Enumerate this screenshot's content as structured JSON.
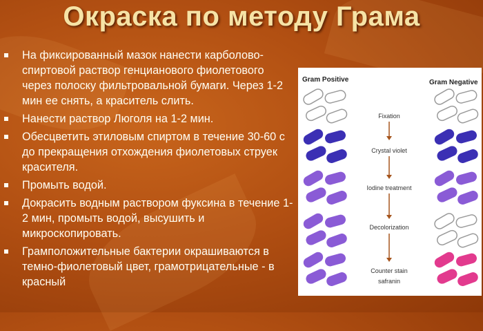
{
  "title": "Окраска по методу Грама",
  "bullets": [
    "На фиксированный мазок нанести карболово-спиртовой раствор генцианового фиолетового через полоску фильтровальной бумаги. Через 1-2 мин ее снять, а краситель слить.",
    "Нанести раствор Люголя на 1-2 мин.",
    "Обесцветить этиловым спиртом в течение 30-60 с до прекращения отхождения фиолетовых струек красителя.",
    "Промыть водой.",
    "Докрасить водным раствором фуксина в течение 1-2 мин, промыть водой, высушить и микроскопировать.",
    "Грамположительные бактерии окрашиваются в темно-фиолетовый цвет, грамотрицательные - в красный"
  ],
  "diagram": {
    "left_header": "Gram Positive",
    "right_header": "Gram Negative",
    "steps": [
      "Fixation",
      "Crystal violet",
      "Iodine treatment",
      "Decolorization",
      "Counter stain"
    ],
    "last_step_sub": "safranin",
    "colors": {
      "empty_fill": "#ffffff",
      "empty_stroke": "#9a9a9a",
      "crystal_violet": "#3b2fb4",
      "iodine_purple": "#8a5bd6",
      "negative_pink": "#e23a8e",
      "arrow": "#a5541c"
    }
  }
}
